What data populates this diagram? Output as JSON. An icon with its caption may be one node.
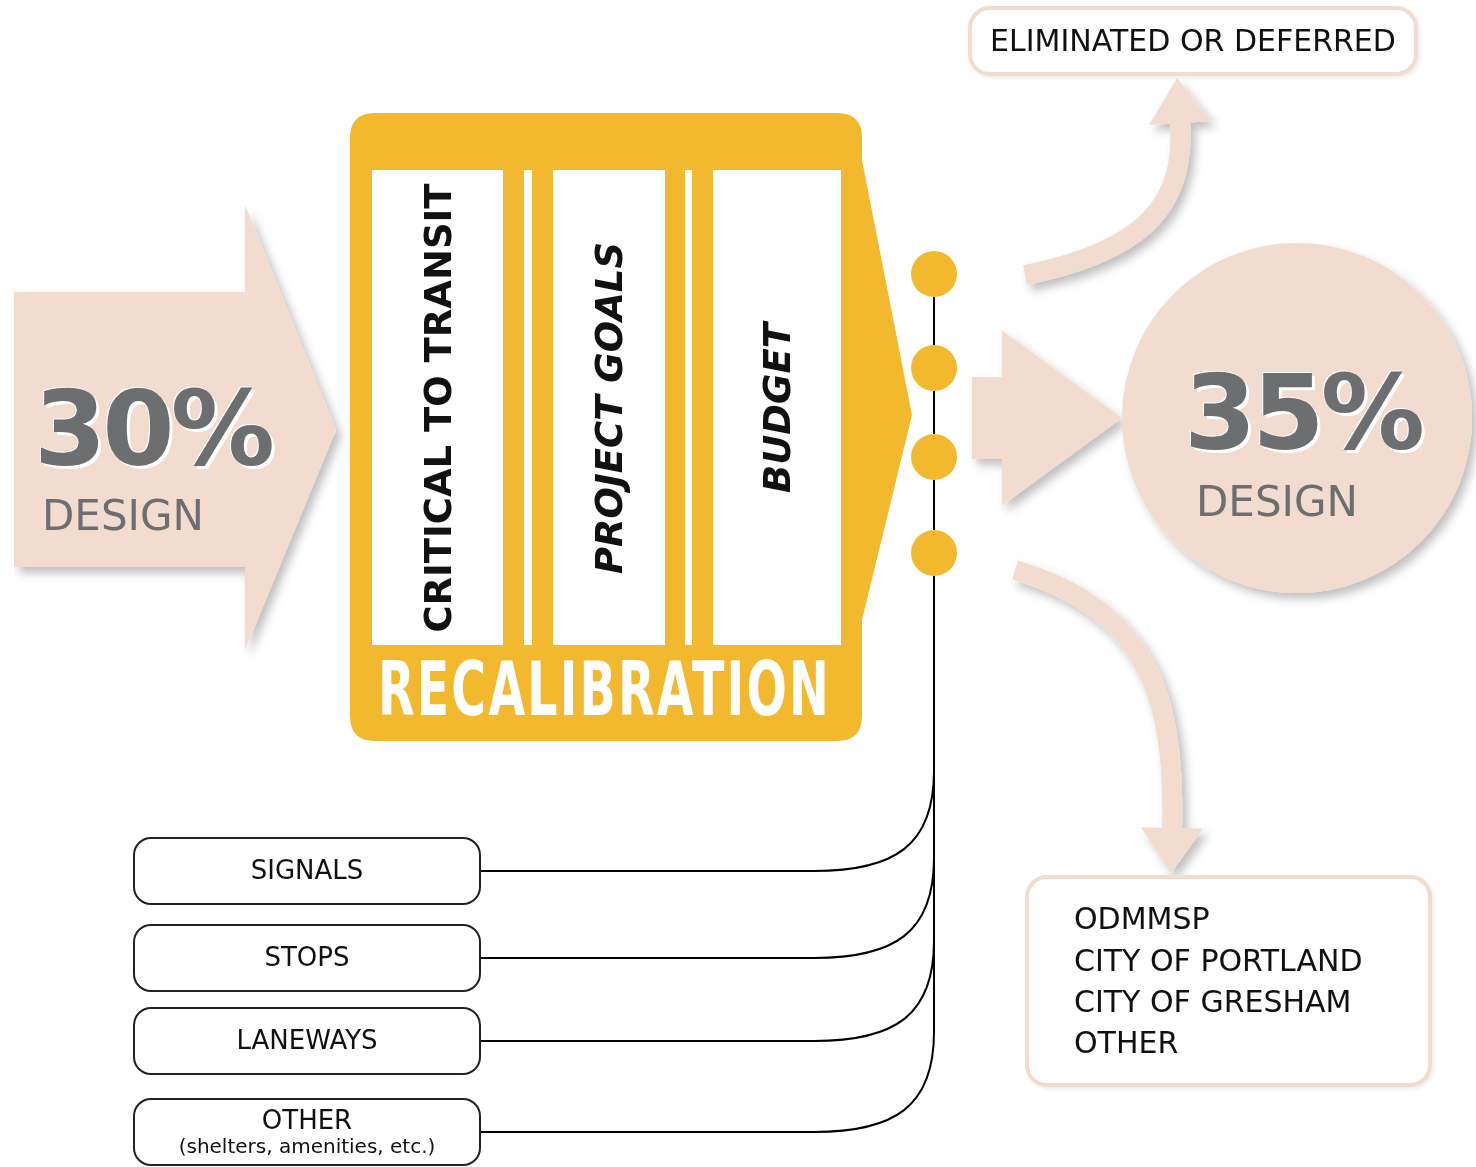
{
  "diagram": {
    "nodes": [
      {
        "text": [
          "30%",
          "DESIGN"
        ]
      },
      {
        "text": [
          "RECALIBRATION"
        ]
      },
      {
        "text": [
          "CRITICAL TO TRANSIT"
        ],
        "in": 1
      },
      {
        "text": [
          "PROJECT GOALS"
        ],
        "in": 1
      },
      {
        "text": [
          "BUDGET"
        ],
        "in": 1
      },
      {
        "text": [
          "ELIMINATED OR  DEFERRED"
        ]
      },
      {
        "text": [
          "35%",
          "DESIGN"
        ]
      },
      {
        "text": [
          "ODMMSP",
          "CITY OF PORTLAND",
          "CITY OF GRESHAM",
          "OTHER"
        ]
      },
      {
        "text": [],
        "shape": "circle"
      },
      {
        "text": [],
        "shape": "circle"
      },
      {
        "text": [],
        "shape": "circle"
      },
      {
        "text": [],
        "shape": "circle"
      },
      {
        "text": [
          "SIGNALS"
        ]
      },
      {
        "text": [
          "STOPS"
        ]
      },
      {
        "text": [
          "LANEWAYS"
        ]
      },
      {
        "text": [
          "OTHER",
          "(shelters, amenities, etc.)"
        ]
      }
    ],
    "edges": [
      {
        "from": 8,
        "to": 9,
        "arrow": "none"
      },
      {
        "from": 9,
        "to": 10,
        "arrow": "none"
      },
      {
        "from": 10,
        "to": 11,
        "arrow": "none"
      },
      {
        "from": 11,
        "to": 12,
        "arrow": "none"
      },
      {
        "from": 11,
        "to": 13,
        "arrow": "none"
      },
      {
        "from": 11,
        "to": 14,
        "arrow": "none"
      },
      {
        "from": 11,
        "to": 15,
        "arrow": "none"
      },
      {
        "from": null,
        "to": 6,
        "arrow": "to",
        "style": "thick",
        "color": "#f2dccf"
      },
      {
        "from": null,
        "to": 5,
        "arrow": "to",
        "style": "thick",
        "color": "#f2dccf"
      },
      {
        "from": null,
        "to": 7,
        "arrow": "to",
        "style": "thick",
        "color": "#f2dccf"
      }
    ]
  }
}
